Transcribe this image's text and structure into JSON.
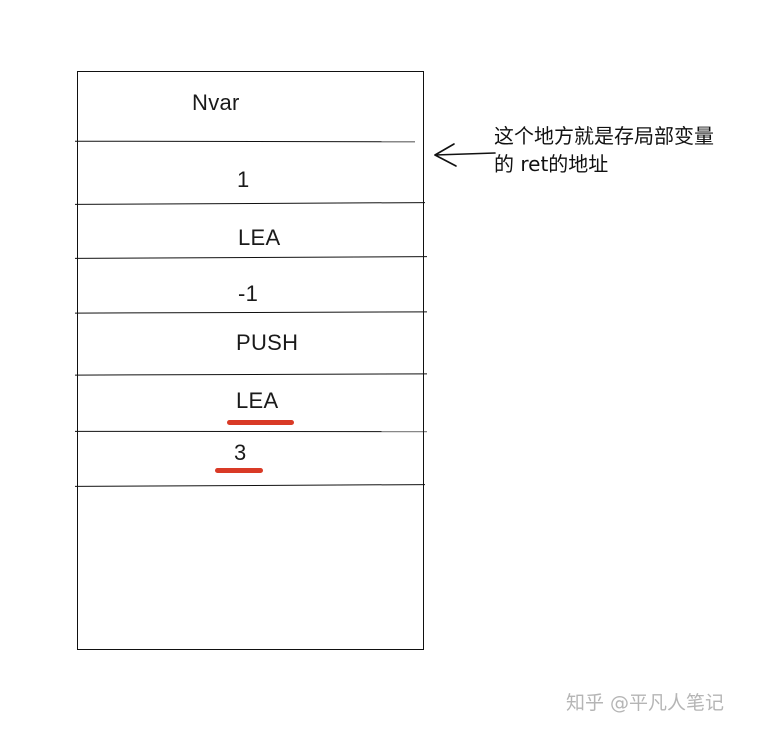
{
  "stack": {
    "cells": [
      {
        "label": "Nvar",
        "underlined": false
      },
      {
        "label": "1",
        "underlined": false
      },
      {
        "label": "LEA",
        "underlined": false
      },
      {
        "label": "-1",
        "underlined": false
      },
      {
        "label": "PUSH",
        "underlined": false
      },
      {
        "label": "LEA",
        "underlined": true
      },
      {
        "label": "3",
        "underlined": true
      }
    ]
  },
  "annotation": {
    "line1": "这个地方就是存局部变量",
    "line2": "的 ret的地址"
  },
  "watermark": "知乎 @平凡人笔记",
  "colors": {
    "line": "#111111",
    "highlight": "#d93a26",
    "watermark": "#b5b5b5"
  }
}
